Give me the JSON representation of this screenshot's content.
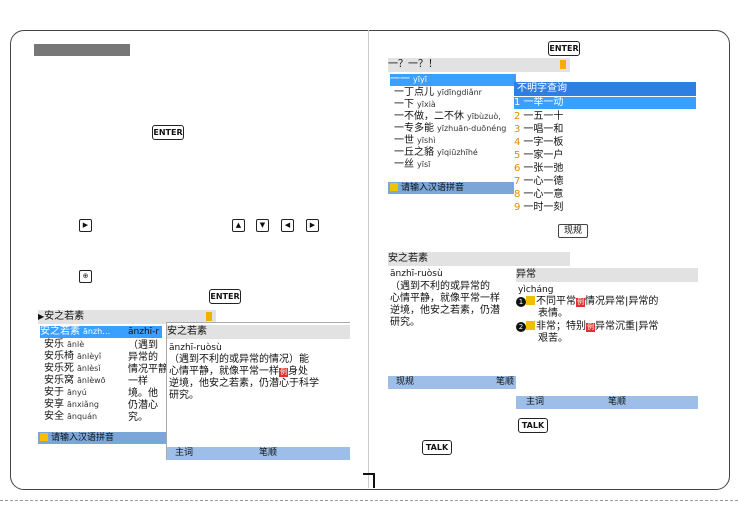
{
  "keys": {
    "enter": "ENTER",
    "talk": "TALK"
  },
  "chars": {
    "dot": "·"
  },
  "left": {
    "screen": {
      "search_text": "安之若素",
      "list": [
        {
          "word": "安之若素",
          "py": "ānzh…"
        },
        {
          "word": "安乐",
          "py": "ānlè"
        },
        {
          "word": "安乐椅",
          "py": "ānlèyǐ"
        },
        {
          "word": "安乐死",
          "py": "ānlèsǐ"
        },
        {
          "word": "安乐窝",
          "py": "ānlèwō"
        },
        {
          "word": "安于",
          "py": "ānyú"
        },
        {
          "word": "安享",
          "py": "ānxiǎng"
        },
        {
          "word": "安全",
          "py": "ānquán"
        }
      ],
      "col2_head": "ānzhī-r",
      "col2_lines": [
        "（遇到",
        "异常的",
        "情况平静",
        "一样",
        "境。他",
        "仍潜心",
        "究。"
      ],
      "input_hint": "请输入汉语拼音",
      "detail": {
        "title": "安之若素",
        "pinyin": "ānzhī-ruòsù",
        "lines": [
          "（遇到不利的或异常的情况）能",
          "心情平静，就像平常一样",
          "身处",
          "逆境，他安之若素，仍潜心于科学",
          "研究。"
        ]
      },
      "softkeys": {
        "left": "主词",
        "right": "笔顺"
      }
    }
  },
  "right": {
    "top": {
      "path": "一？一？！",
      "list": [
        {
          "word": "一一",
          "py": "yīyī"
        },
        {
          "word": "一丁点儿",
          "py": "yīdīngdiǎnr"
        },
        {
          "word": "一下",
          "py": "yīxià"
        },
        {
          "word": "一不做，二不休",
          "py": "yībùzuò,"
        },
        {
          "word": "一专多能",
          "py": "yīzhuān-duōnéng"
        },
        {
          "word": "一世",
          "py": "yīshì"
        },
        {
          "word": "一丘之貉",
          "py": "yīqiūzhīhé"
        },
        {
          "word": "一丝",
          "py": "yīsī"
        }
      ],
      "input_hint": "请输入汉语拼音",
      "popup_title": "不明字查询",
      "popup_items": [
        {
          "n": "1",
          "w": "一举一动"
        },
        {
          "n": "2",
          "w": "一五一十"
        },
        {
          "n": "3",
          "w": "一唱一和"
        },
        {
          "n": "4",
          "w": "一字一板"
        },
        {
          "n": "5",
          "w": "一家一户"
        },
        {
          "n": "6",
          "w": "一张一弛"
        },
        {
          "n": "7",
          "w": "一心一德"
        },
        {
          "n": "8",
          "w": "一心一意"
        },
        {
          "n": "9",
          "w": "一时一刻"
        }
      ],
      "button": "现规"
    },
    "bottom": {
      "search_text": "安之若素",
      "pinyin": "ānzhī-ruòsù",
      "lines": [
        "（遇到不利的或异常的",
        "心情平静，就像平常一样",
        "逆境，他安之若素，仍潜",
        "研究。"
      ],
      "softkeys": {
        "left": "现规",
        "right": "笔顺"
      },
      "popup": {
        "title": "异常",
        "pinyin": "yìcháng",
        "def1_a": "不同平常",
        "def1_b": "情况异常|异常的",
        "def1_c": "表情。",
        "def2_a": "非常；特别",
        "def2_b": "异常沉重|异常",
        "def2_c": "艰苦。",
        "badge_label": "例",
        "circle1": "1",
        "circle2": "2",
        "tag": "形",
        "tag2": "副"
      },
      "softkeys2": {
        "left": "主词",
        "right": "笔顺"
      }
    }
  }
}
